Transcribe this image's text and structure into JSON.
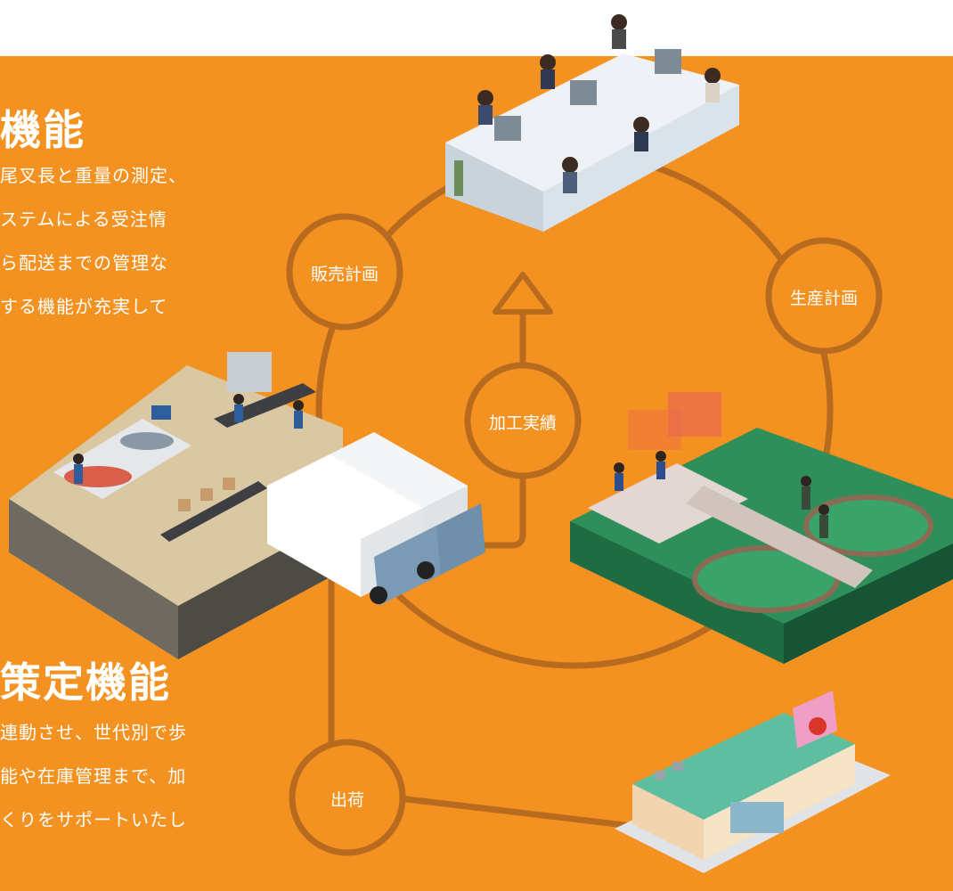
{
  "colors": {
    "background": "#f39220",
    "ring": "#b86a1f",
    "node_fill": "#f39220",
    "text": "#ffffff"
  },
  "section_top": {
    "heading": "機能",
    "lines": [
      "尾叉長と重量の測定、",
      "ステムによる受注情",
      "ら配送までの管理な",
      "する機能が充実して"
    ]
  },
  "section_bottom": {
    "heading": "策定機能",
    "lines": [
      "連動させ、世代別で歩",
      "能や在庫管理まで、加",
      "くりをサポートいたし"
    ]
  },
  "nodes": {
    "sales_plan": "販売計画",
    "production_plan": "生産計画",
    "processing_results": "加工実績",
    "shipping": "出荷"
  },
  "illustrations": {
    "office": "office-team-illustration",
    "processing_plant": "fish-processing-plant-illustration",
    "fish_farm": "aquaculture-tanks-illustration",
    "store": "supermarket-illustration"
  }
}
